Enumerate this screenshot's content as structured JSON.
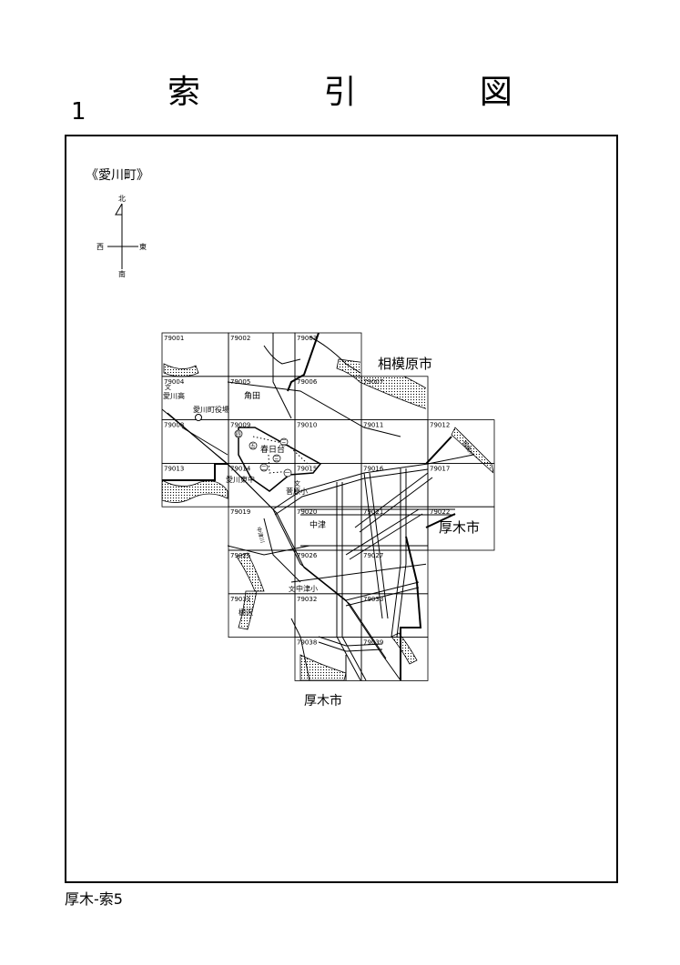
{
  "title": "索 引 図",
  "page_number": "1",
  "footer": "厚木-索5",
  "area_name": "《愛川町》",
  "compass": {
    "north": "北",
    "south": "南",
    "east": "東",
    "west": "西"
  },
  "tiles": [
    {
      "id": "79001",
      "col": 0,
      "row": 0
    },
    {
      "id": "79002",
      "col": 1,
      "row": 0
    },
    {
      "id": "79003",
      "col": 2,
      "row": 0
    },
    {
      "id": "79004",
      "col": 0,
      "row": 1
    },
    {
      "id": "79005",
      "col": 1,
      "row": 1
    },
    {
      "id": "79006",
      "col": 2,
      "row": 1
    },
    {
      "id": "79007",
      "col": 3,
      "row": 1
    },
    {
      "id": "79008",
      "col": 0,
      "row": 2
    },
    {
      "id": "79009",
      "col": 1,
      "row": 2
    },
    {
      "id": "79010",
      "col": 2,
      "row": 2
    },
    {
      "id": "79011",
      "col": 3,
      "row": 2
    },
    {
      "id": "79012",
      "col": 4,
      "row": 2
    },
    {
      "id": "79013",
      "col": 0,
      "row": 3
    },
    {
      "id": "79014",
      "col": 1,
      "row": 3
    },
    {
      "id": "79015",
      "col": 2,
      "row": 3
    },
    {
      "id": "79016",
      "col": 3,
      "row": 3
    },
    {
      "id": "79017",
      "col": 4,
      "row": 3
    },
    {
      "id": "79019",
      "col": 1,
      "row": 4
    },
    {
      "id": "79020",
      "col": 2,
      "row": 4
    },
    {
      "id": "79021",
      "col": 3,
      "row": 4
    },
    {
      "id": "79022",
      "col": 4,
      "row": 4
    },
    {
      "id": "79025",
      "col": 1,
      "row": 5
    },
    {
      "id": "79026",
      "col": 2,
      "row": 5
    },
    {
      "id": "79027",
      "col": 3,
      "row": 5
    },
    {
      "id": "79031",
      "col": 1,
      "row": 6
    },
    {
      "id": "79032",
      "col": 2,
      "row": 6
    },
    {
      "id": "79033",
      "col": 3,
      "row": 6
    },
    {
      "id": "79038",
      "col": 2,
      "row": 7
    },
    {
      "id": "79039",
      "col": 3,
      "row": 7
    }
  ],
  "labels": {
    "sagamihara": "相模原市",
    "atsugi_east": "厚木市",
    "atsugi_south": "厚木市",
    "kakuta": "角田",
    "kasugadai": "春日台",
    "nakatsu": "中津",
    "tanasawa": "棚沢",
    "aikawa_high": "愛川高",
    "town_hall": "愛川町役場",
    "aikawa_east_jhs": "愛川東中",
    "sugahara_es": "菅原小",
    "nakatsu_es": "中津小",
    "school_symbol": "文",
    "sagami_river": "相模川",
    "nakatsu_river": "中津川",
    "chome_1": "一",
    "chome_2": "二",
    "chome_3": "三",
    "chome_4": "四",
    "chome_5": "五"
  }
}
